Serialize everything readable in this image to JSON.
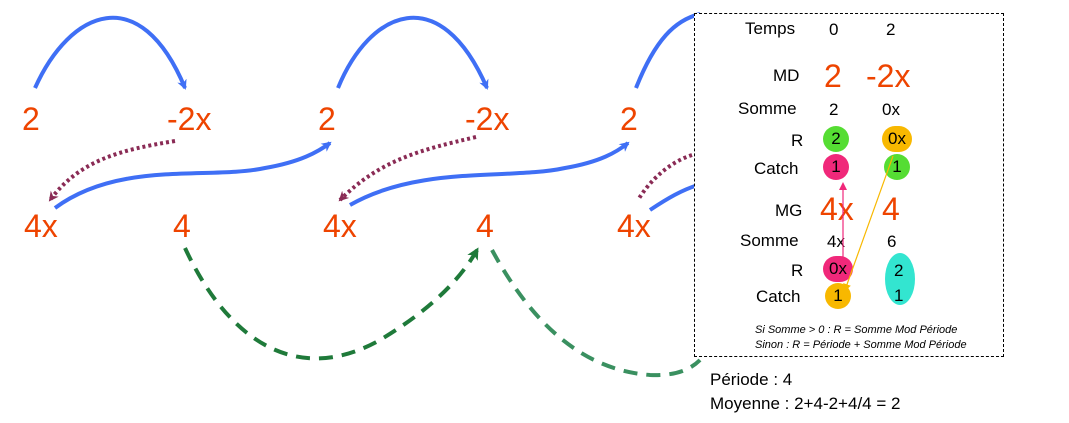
{
  "colors": {
    "value_orange": "#ee4400",
    "blue_arrow": "#3f6ff5",
    "purple_dotted": "#8a2b55",
    "green_dashed": "#1f7a3a",
    "green_bubble": "#55dd33",
    "pink_bubble": "#f0287a",
    "yellow_bubble": "#f8b800",
    "cyan_bubble": "#33e5d0"
  },
  "diagram": {
    "top_values": [
      "2",
      "-2x",
      "2",
      "-2x",
      "2"
    ],
    "bottom_values": [
      "4x",
      "4",
      "4x",
      "4",
      "4x"
    ]
  },
  "table": {
    "header_label": "Temps",
    "times": [
      "0",
      "2"
    ],
    "md_label": "MD",
    "md_values": [
      "2",
      "-2x"
    ],
    "somme_label": "Somme",
    "md_somme": [
      "2",
      "0x"
    ],
    "r_label": "R",
    "md_r": [
      "2",
      "0x"
    ],
    "catch_label": "Catch",
    "md_catch": [
      "1",
      "1"
    ],
    "mg_label": "MG",
    "mg_values": [
      "4x",
      "4"
    ],
    "mg_somme": [
      "4x",
      "6"
    ],
    "mg_r": [
      "0x",
      "2"
    ],
    "mg_catch": [
      "1",
      "1"
    ],
    "note_line1": "Si Somme > 0 : R = Somme Mod Période",
    "note_line2": "Sinon : R = Période + Somme Mod Période"
  },
  "footer": {
    "periode": "Période : 4",
    "moyenne": "Moyenne : 2+4-2+4/4 = 2"
  }
}
